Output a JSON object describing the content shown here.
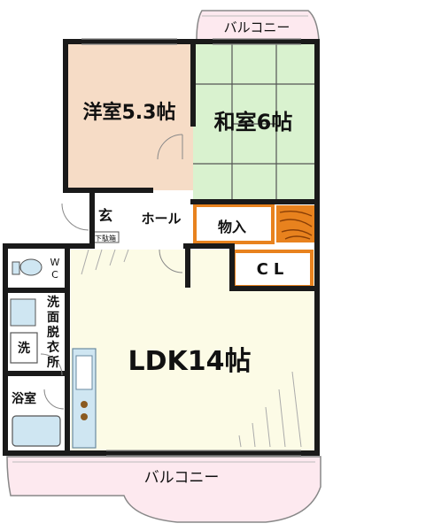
{
  "floorplan": {
    "rooms": {
      "western": "洋室5.3帖",
      "japanese": "和室6帖",
      "ldk": "LDK14帖",
      "storage": "物入",
      "closet": "CL",
      "hall": "ホール",
      "entrance": "玄",
      "shoe_box": "下駄箱",
      "toilet": "WC",
      "washroom": "洗面脱衣所",
      "washer": "洗",
      "bath": "浴室"
    },
    "balconies": {
      "top": "バルコニー",
      "bottom": "バルコニー"
    },
    "colors": {
      "western_floor": "#f6dcc6",
      "japanese_floor": "#d9f2cf",
      "ldk_floor": "#fcfbe6",
      "wet_area": "#cfe6f2",
      "storage_border": "#e8821e",
      "balcony": "#fde9ef",
      "wall": "#1a1a1a"
    }
  }
}
